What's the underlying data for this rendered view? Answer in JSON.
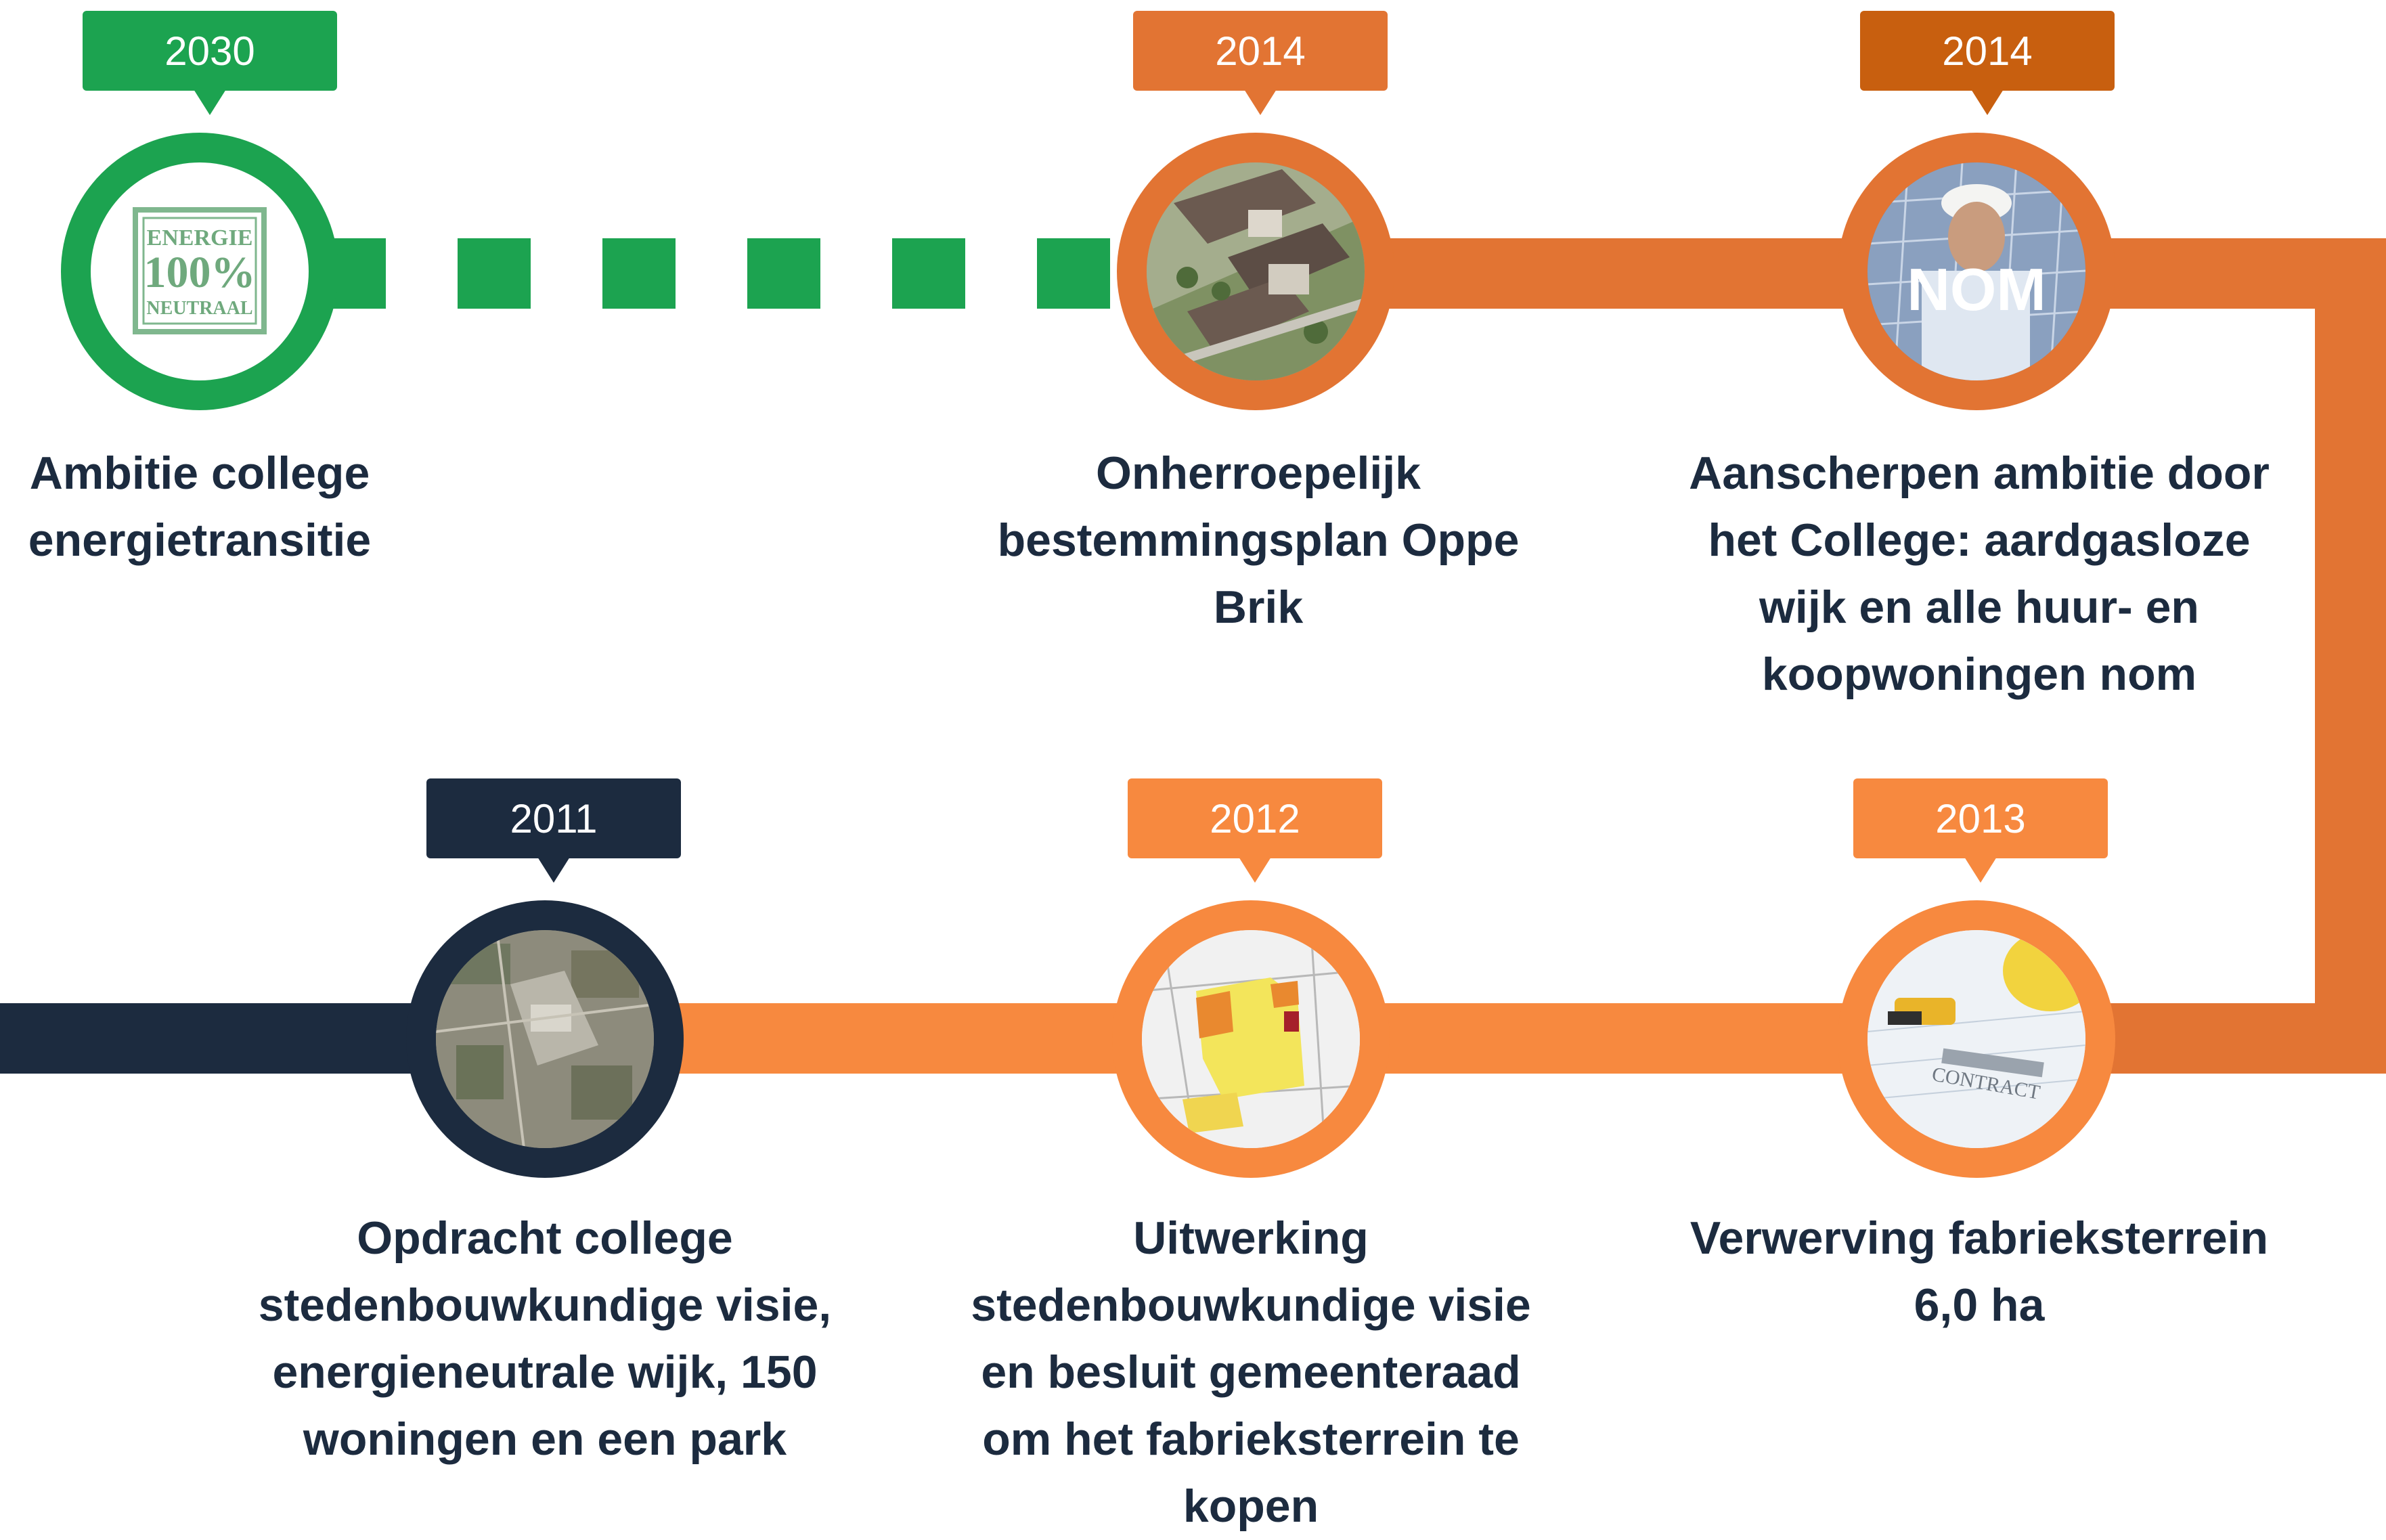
{
  "colors": {
    "green": "#1ca350",
    "orange_dark": "#e27433",
    "orange_brown": "#c85f0f",
    "orange_light": "#f7893f",
    "navy": "#1c2b3f",
    "text": "#1c2b3f"
  },
  "milestones": [
    {
      "year": "2030",
      "label": "Ambitie college energietransitie",
      "icon": "energie-100-neutraal-stamp-icon",
      "stamp": {
        "top": "ENERGIE",
        "middle": "100%",
        "bottom": "NEUTRAAL"
      }
    },
    {
      "year": "2014",
      "label": "Onherroepelijk bestemmingsplan Oppe Brik",
      "icon": "aerial-housing-render-photo"
    },
    {
      "year": "2014",
      "label": "Aanscherpen ambitie door het College: aardgasloze wijk en alle huur- en koopwoningen nom",
      "icon": "solar-engineer-photo",
      "overlay": "NOM"
    },
    {
      "year": "2013",
      "label": "Verwerving fabrieksterrein 6,0 ha",
      "icon": "contract-documents-photo",
      "overlay": "CONTRACT"
    },
    {
      "year": "2012",
      "label": "Uitwerking stedenbouwkundige visie en besluit gemeenteraad om het fabrieksterrein te kopen",
      "icon": "zoning-map-photo"
    },
    {
      "year": "2011",
      "label": "Opdracht college stedenbouwkundige visie, energieneutrale wijk, 150 woningen en een park",
      "icon": "aerial-factory-site-photo"
    }
  ]
}
